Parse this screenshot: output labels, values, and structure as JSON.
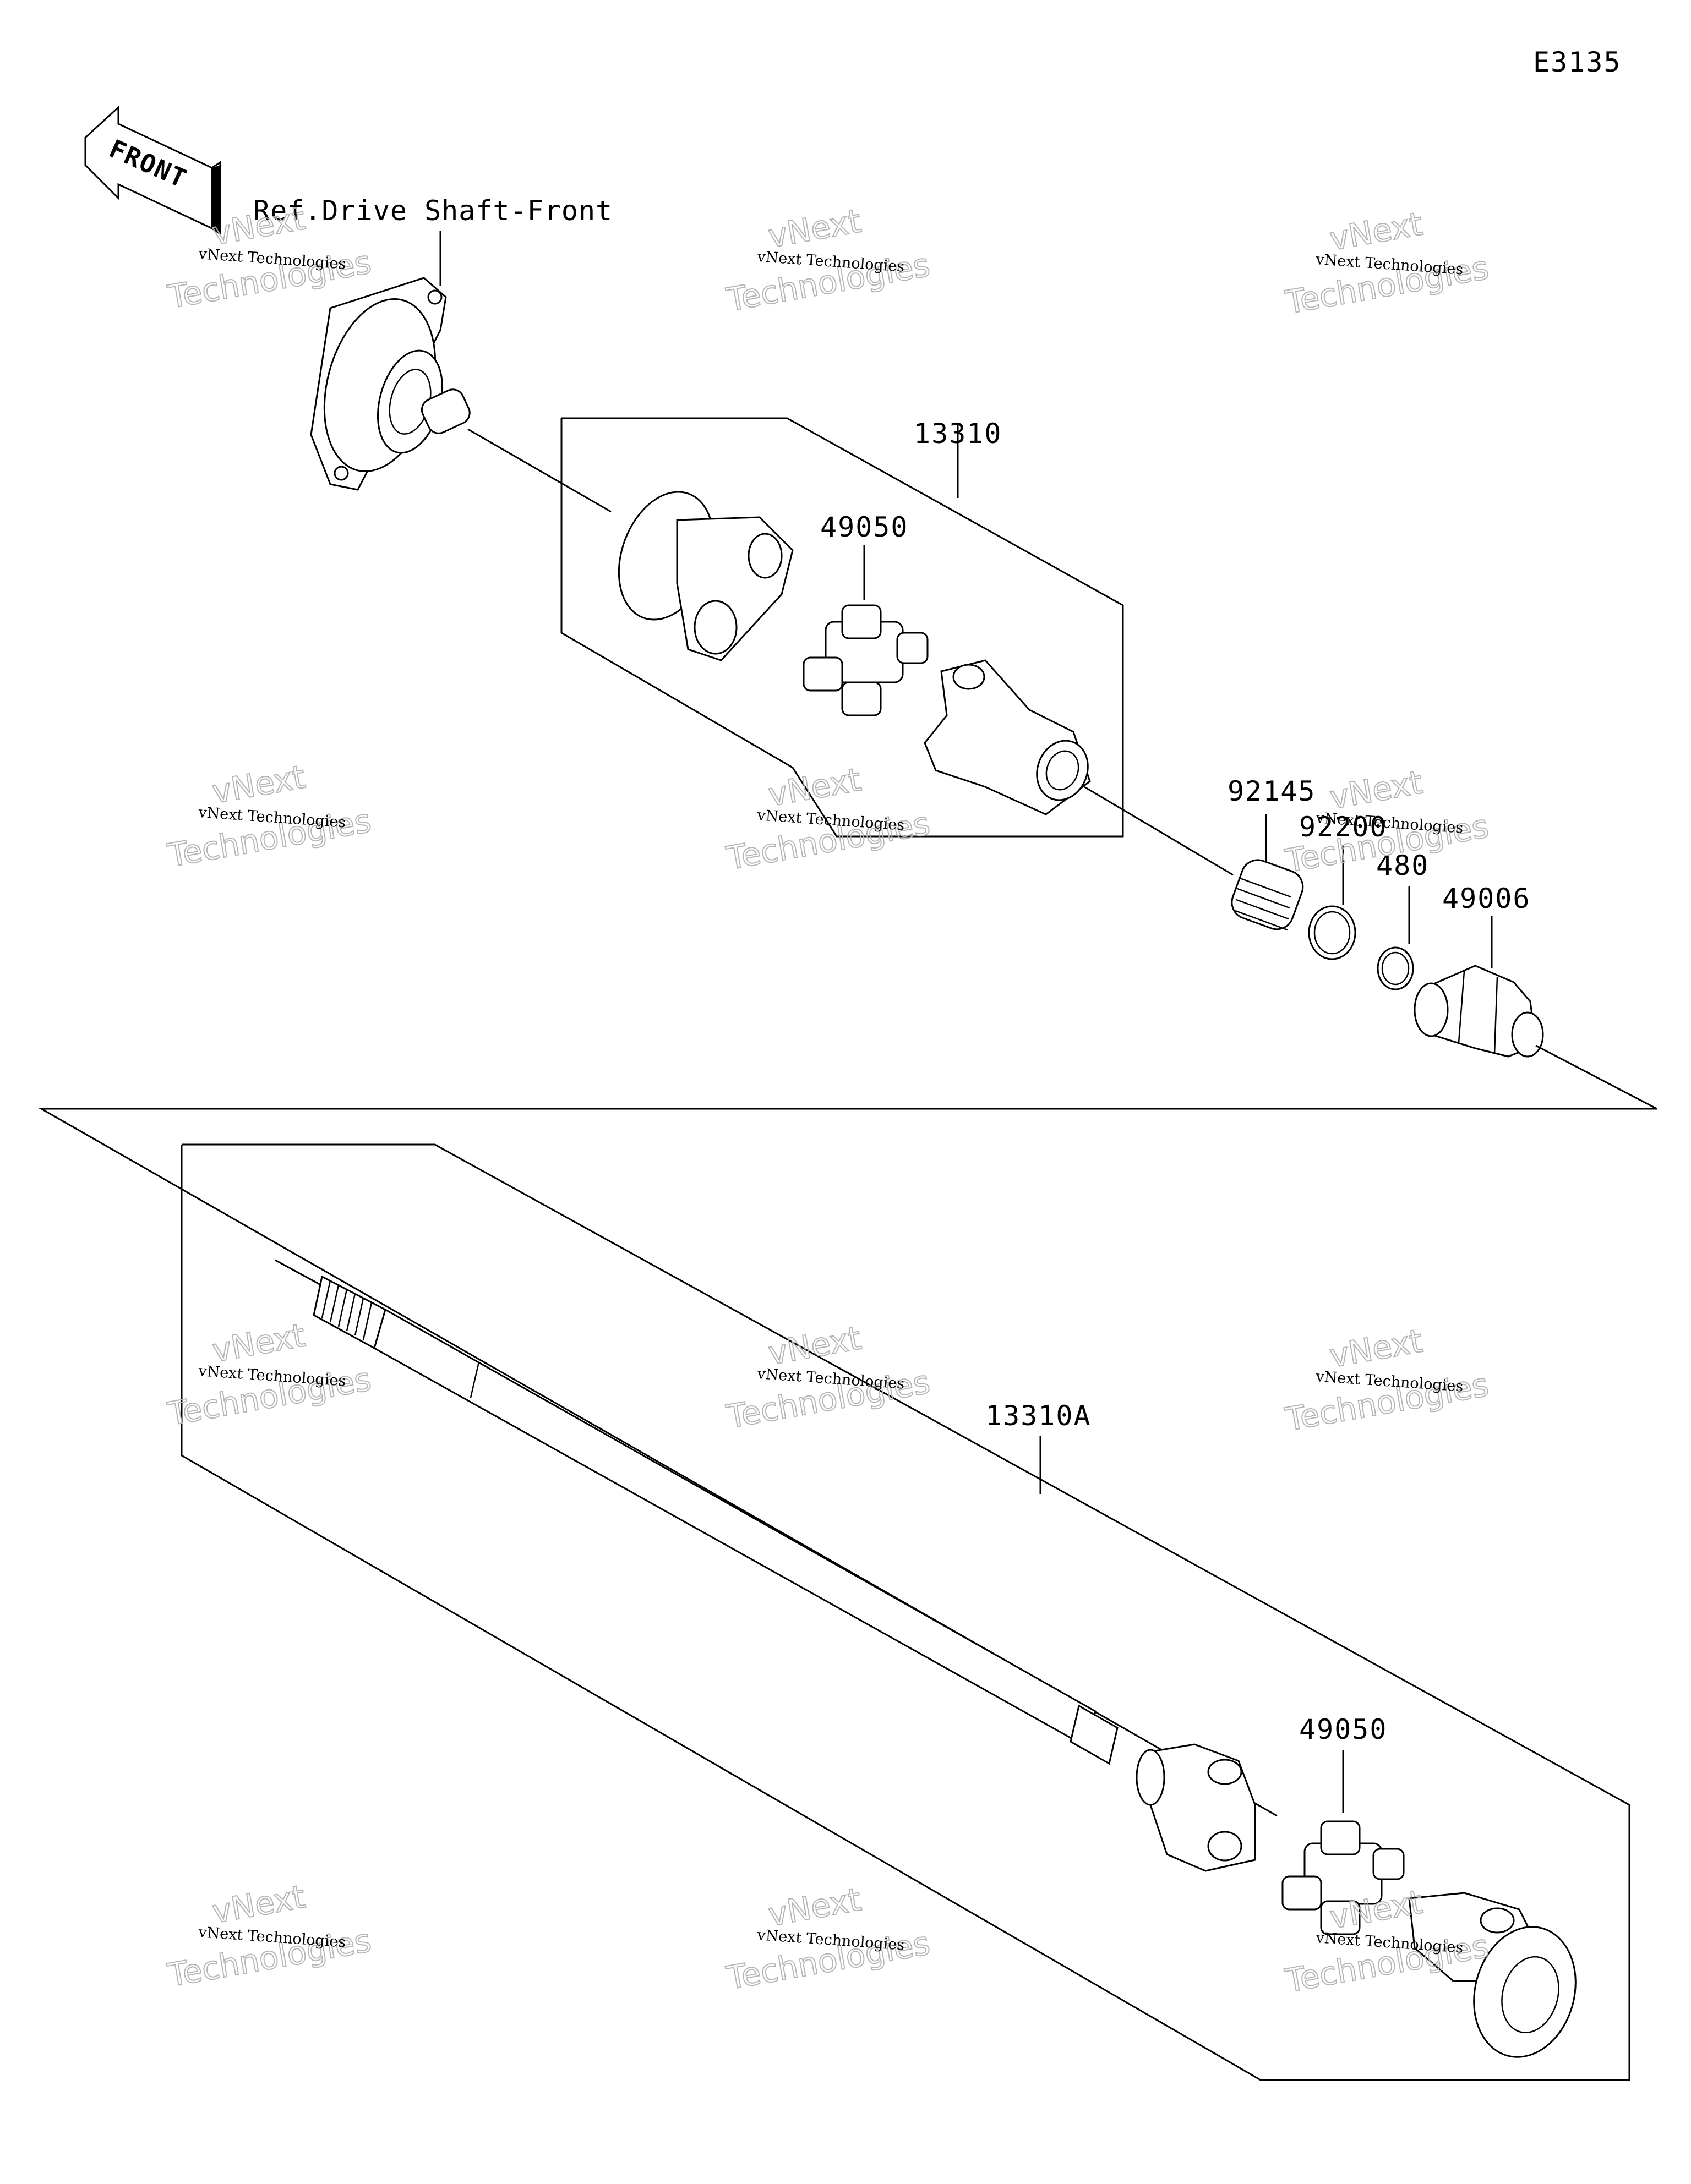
{
  "diagram_code": "E3135",
  "front_arrow_label": "FRONT",
  "reference_label": "Ref.Drive Shaft-Front",
  "parts": {
    "assembly_13310": "13310",
    "cross_49050_top": "49050",
    "spring_92145": "92145",
    "ring_92200": "92200",
    "circlip_480": "480",
    "boot_49006": "49006",
    "shaft_13310A": "13310A",
    "cross_49050_bottom": "49050"
  },
  "watermark": {
    "line1": "vNext Technologies",
    "line2": "vNext",
    "line3": "Technologies"
  }
}
